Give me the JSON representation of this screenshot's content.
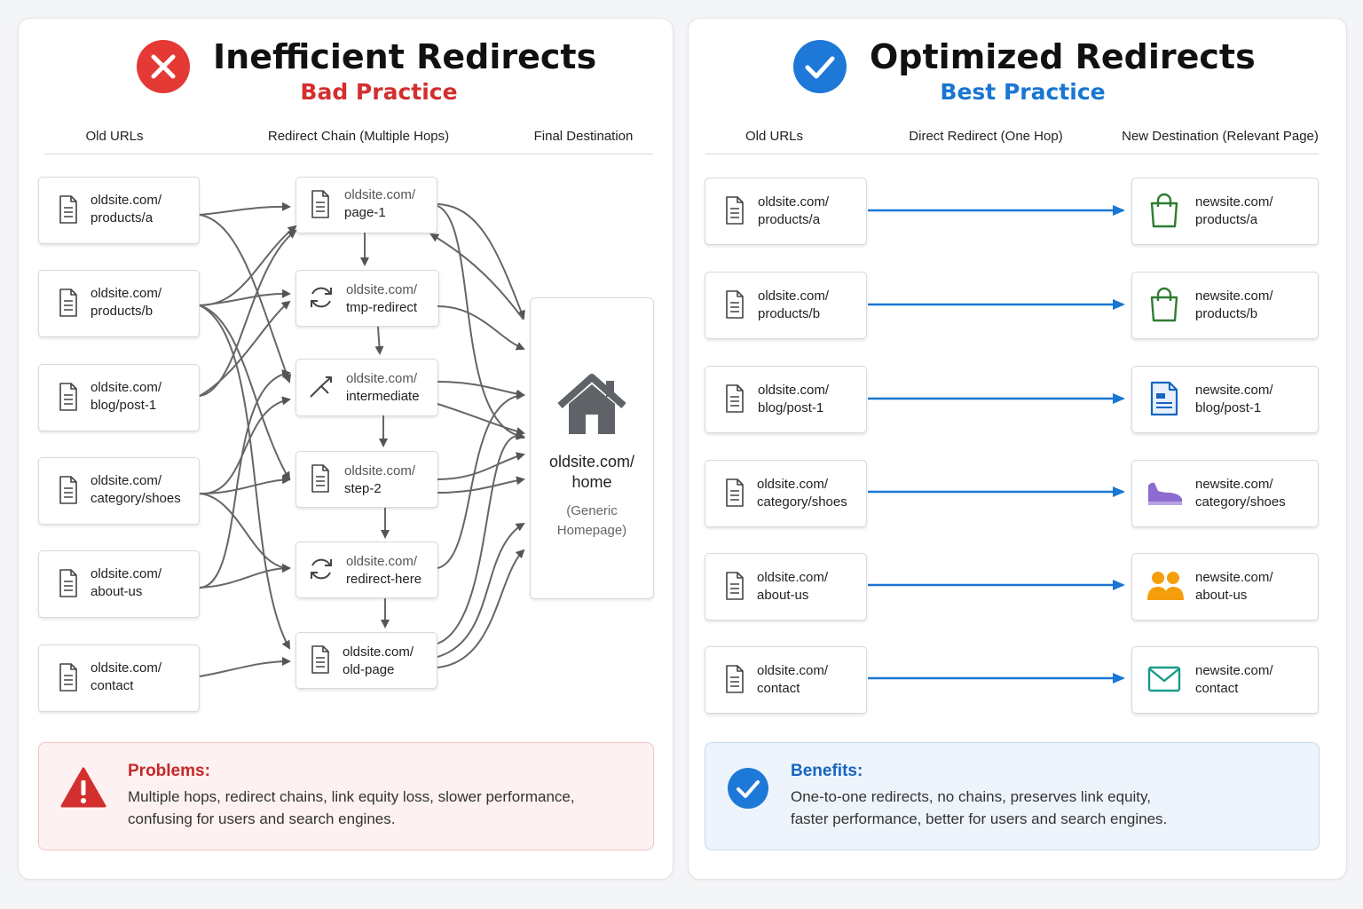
{
  "bad": {
    "title": "Inefficient Redirects",
    "subtitle": "Bad Practice",
    "status_icon": "x-circle-icon",
    "accent": "#d32f2f",
    "columns": [
      "Old URLs",
      "Redirect Chain (Multiple Hops)",
      "Final Destination"
    ],
    "old_urls": [
      {
        "l1": "oldsite.com/",
        "l2": "products/a"
      },
      {
        "l1": "oldsite.com/",
        "l2": "products/b"
      },
      {
        "l1": "oldsite.com/",
        "l2": "blog/post-1"
      },
      {
        "l1": "oldsite.com/",
        "l2": "category/shoes"
      },
      {
        "l1": "oldsite.com/",
        "l2": "about-us"
      },
      {
        "l1": "oldsite.com/",
        "l2": "contact"
      }
    ],
    "chain": [
      {
        "l1": "oldsite.com/",
        "l2": "page-1",
        "icon": "document-icon"
      },
      {
        "l1": "oldsite.com/",
        "l2": "tmp-redirect",
        "icon": "refresh-icon"
      },
      {
        "l1": "oldsite.com/",
        "l2": "intermediate",
        "icon": "split-arrow-icon"
      },
      {
        "l1": "oldsite.com/",
        "l2": "step-2",
        "icon": "document-icon"
      },
      {
        "l1": "oldsite.com/",
        "l2": "redirect-here",
        "icon": "refresh-icon"
      },
      {
        "l1": "oldsite.com/",
        "l2": "old-page",
        "icon": "document-icon"
      }
    ],
    "final": {
      "line1": "oldsite.com/",
      "line2": "home",
      "note1": "(Generic",
      "note2": "Homepage)",
      "icon": "home-icon"
    },
    "problems": {
      "title": "Problems:",
      "line1": "Multiple hops, redirect chains, link equity loss, slower performance,",
      "line2": "confusing for users and search engines.",
      "icon": "warning-icon"
    }
  },
  "good": {
    "title": "Optimized Redirects",
    "subtitle": "Best Practice",
    "status_icon": "check-circle-icon",
    "accent": "#1976d2",
    "columns": [
      "Old URLs",
      "Direct Redirect (One Hop)",
      "New Destination (Relevant Page)"
    ],
    "old_urls": [
      {
        "l1": "oldsite.com/",
        "l2": "products/a"
      },
      {
        "l1": "oldsite.com/",
        "l2": "products/b"
      },
      {
        "l1": "oldsite.com/",
        "l2": "blog/post-1"
      },
      {
        "l1": "oldsite.com/",
        "l2": "category/shoes"
      },
      {
        "l1": "oldsite.com/",
        "l2": "about-us"
      },
      {
        "l1": "oldsite.com/",
        "l2": "contact"
      }
    ],
    "new_urls": [
      {
        "l1": "newsite.com/",
        "l2": "products/a",
        "icon": "shopping-bag-icon",
        "color": "#2e7d32"
      },
      {
        "l1": "newsite.com/",
        "l2": "products/b",
        "icon": "shopping-bag-icon",
        "color": "#2e7d32"
      },
      {
        "l1": "newsite.com/",
        "l2": "blog/post-1",
        "icon": "article-icon",
        "color": "#1565c0"
      },
      {
        "l1": "newsite.com/",
        "l2": "category/shoes",
        "icon": "shoe-icon",
        "color": "#7e57c2"
      },
      {
        "l1": "newsite.com/",
        "l2": "about-us",
        "icon": "people-icon",
        "color": "#f59e0b"
      },
      {
        "l1": "newsite.com/",
        "l2": "contact",
        "icon": "envelope-icon",
        "color": "#1a9a8a"
      }
    ],
    "benefits": {
      "title": "Benefits:",
      "line1": "One-to-one redirects, no chains, preserves link equity,",
      "line2": "faster performance, better for users and search engines.",
      "icon": "check-circle-icon"
    }
  }
}
